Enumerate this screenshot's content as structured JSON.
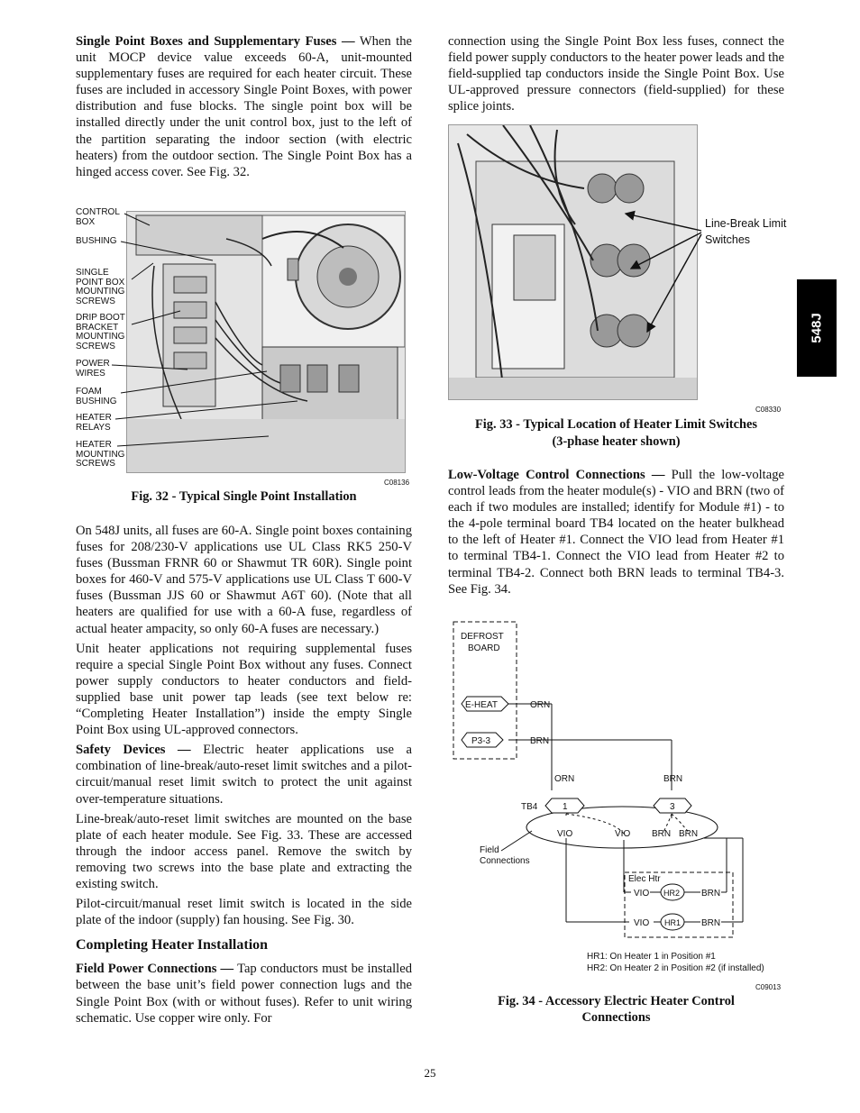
{
  "side_tab": "548J",
  "page_number": "25",
  "left": {
    "p1": {
      "head": "Single Point Boxes and Supplementary Fuses —",
      "body": "When the unit MOCP device value exceeds 60-A, unit-mounted supplementary fuses are required for each heater circuit. These fuses are included in accessory Single Point Boxes, with power distribution and fuse blocks. The single point box will be installed directly under the unit control box, just to the left of the partition separating the indoor section (with electric heaters) from the outdoor section. The Single Point Box has a hinged access cover. See Fig. 32."
    },
    "fig32": {
      "labels": [
        "CONTROL BOX",
        "BUSHING",
        "SINGLE POINT BOX MOUNTING SCREWS",
        "DRIP BOOT BRACKET MOUNTING SCREWS",
        "POWER WIRES",
        "FOAM BUSHING",
        "HEATER RELAYS",
        "HEATER MOUNTING SCREWS"
      ],
      "code": "C08136",
      "caption": "Fig. 32 - Typical Single Point Installation"
    },
    "p2": "On 548J units, all fuses are 60-A. Single point boxes containing fuses for 208/230-V applications use UL Class RK5 250-V fuses (Bussman FRNR 60 or Shawmut TR 60R). Single point boxes for 460-V and 575-V applications use UL Class T 600-V fuses (Bussman JJS 60 or Shawmut A6T 60). (Note that all heaters are qualified for use with a 60-A fuse, regardless of actual heater ampacity, so only 60-A fuses are necessary.)",
    "p3": "Unit heater applications not requiring supplemental fuses require a special Single Point Box without any fuses. Connect power supply conductors to heater conductors and field-supplied base unit power tap leads (see text below re: “Completing Heater Installation”) inside the empty Single Point Box using UL-approved connectors.",
    "p4": {
      "head": "Safety Devices —",
      "body": "Electric heater applications use a combination of line-break/auto-reset limit switches and a pilot-circuit/manual reset limit switch to protect the unit against over-temperature situations."
    },
    "p5": "Line-break/auto-reset limit switches are mounted on the base plate of each heater module. See Fig. 33. These are accessed through the indoor access panel. Remove the switch by removing two screws into the base plate and extracting the existing switch.",
    "p6": "Pilot-circuit/manual reset limit switch is located in the side plate of the indoor (supply) fan housing. See Fig. 30.",
    "h_completing": "Completing Heater Installation",
    "p7": {
      "head": "Field Power Connections —",
      "body": "Tap conductors must be installed between the base unit’s field power connection lugs and the Single Point Box (with or without fuses). Refer to unit wiring schematic. Use copper wire only. For"
    }
  },
  "right": {
    "p1": "connection using the Single Point Box less fuses, connect the field power supply conductors to the heater power leads and the field-supplied tap conductors inside the Single Point Box. Use UL-approved pressure connectors (field-supplied) for these splice joints.",
    "fig33": {
      "callout": "Line-Break Limit Switches",
      "code": "C08330",
      "caption_line1": "Fig. 33 - Typical Location of Heater Limit Switches",
      "caption_line2": "(3-phase heater shown)"
    },
    "p2": {
      "head": "Low-Voltage Control Connections —",
      "body": "Pull the low-voltage control leads from the heater module(s) - VIO and BRN (two of each if two modules are installed; identify for Module #1) - to the 4-pole terminal board TB4 located on the heater bulkhead to the left of Heater #1. Connect the VIO lead from Heater #1 to terminal TB4-1. Connect the VIO lead from Heater #2 to terminal TB4-2. Connect both BRN leads to terminal TB4-3. See Fig. 34."
    },
    "fig34": {
      "defrost_board": "DEFROST BOARD",
      "e_heat": "E-HEAT",
      "p3_3": "P3-3",
      "orn": "ORN",
      "brn": "BRN",
      "tb4": "TB4",
      "t1": "1",
      "t3": "3",
      "vio": "VIO",
      "field_connections": "Field Connections",
      "elec_htr": "Elec Htr",
      "hr1": "HR1",
      "hr2": "HR2",
      "note1": "HR1: On Heater 1 in Position #1",
      "note2": "HR2: On Heater 2 in Position #2 (if installed)",
      "code": "C09013",
      "caption_line1": "Fig. 34 - Accessory Electric Heater Control",
      "caption_line2": "Connections"
    }
  }
}
